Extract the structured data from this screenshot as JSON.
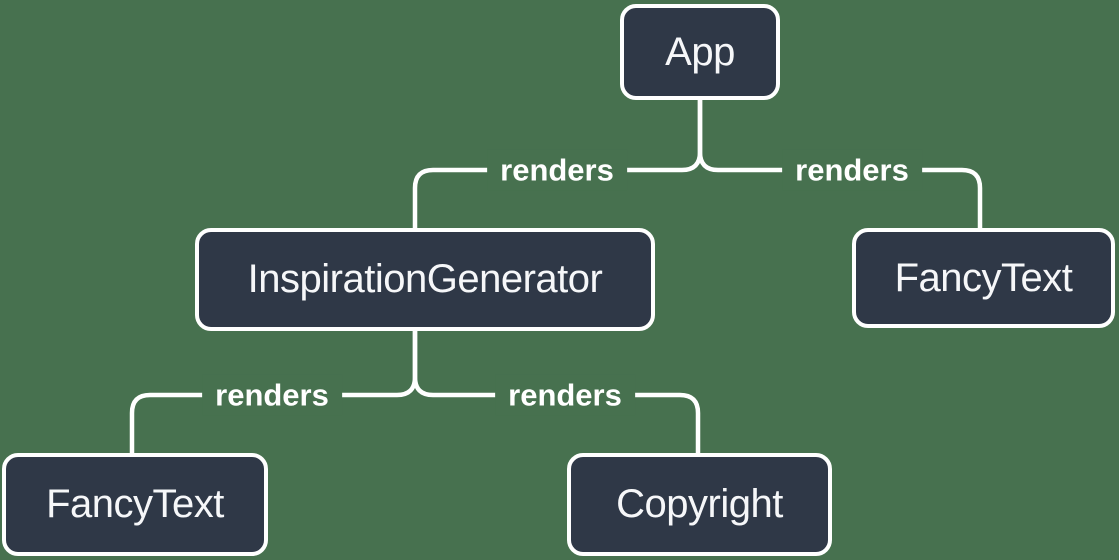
{
  "diagram": {
    "type": "component-render-tree",
    "colors": {
      "background": "#47714F",
      "node_fill": "#2F3847",
      "node_border": "#FFFFFF",
      "node_text": "#F6F7F9",
      "edge_line": "#FFFFFF",
      "edge_label_text": "#FFFFFF"
    },
    "nodes": [
      {
        "id": "app",
        "label": "App"
      },
      {
        "id": "inspiration-generator",
        "label": "InspirationGenerator"
      },
      {
        "id": "fancy-text-top-right",
        "label": "FancyText"
      },
      {
        "id": "fancy-text-bottom-left",
        "label": "FancyText"
      },
      {
        "id": "copyright",
        "label": "Copyright"
      }
    ],
    "edges": [
      {
        "from": "App",
        "to": "InspirationGenerator",
        "label": "renders"
      },
      {
        "from": "App",
        "to": "FancyText",
        "label": "renders"
      },
      {
        "from": "InspirationGenerator",
        "to": "FancyText",
        "label": "renders"
      },
      {
        "from": "InspirationGenerator",
        "to": "Copyright",
        "label": "renders"
      }
    ]
  }
}
